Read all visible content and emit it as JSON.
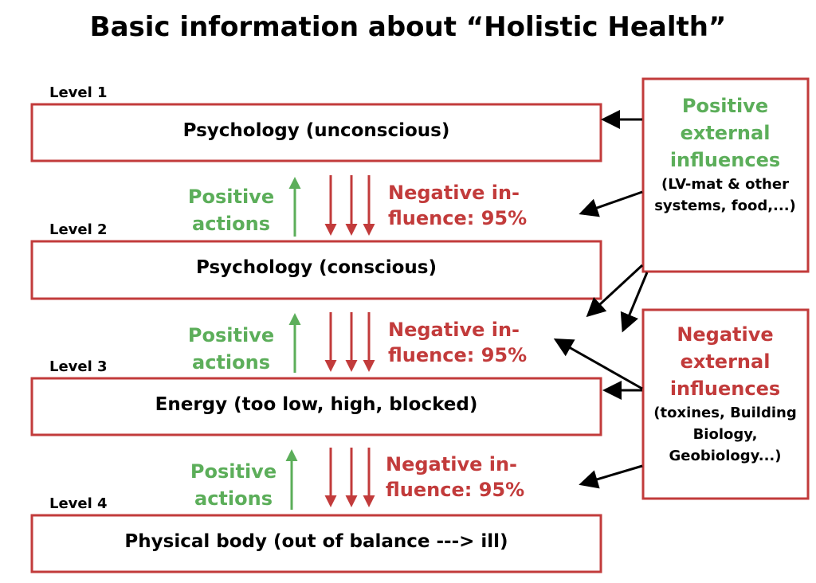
{
  "title": "Basic information about “Holistic Health”",
  "levels": [
    {
      "label": "Level 1",
      "box": "Psychology (unconscious)"
    },
    {
      "label": "Level 2",
      "box": "Psychology (conscious)"
    },
    {
      "label": "Level 3",
      "box": "Energy (too low, high, blocked)"
    },
    {
      "label": "Level 4",
      "box": "Physical body (out of balance ---> ill)"
    }
  ],
  "transitions": [
    {
      "positive": [
        "Positive",
        "actions"
      ],
      "negative": [
        "Negative in-",
        "fluence: 95%"
      ]
    },
    {
      "positive": [
        "Positive",
        "actions"
      ],
      "negative": [
        "Negative in-",
        "fluence: 95%"
      ]
    },
    {
      "positive": [
        "Positive",
        "actions"
      ],
      "negative": [
        "Negative in-",
        "fluence: 95%"
      ]
    }
  ],
  "positive_external": {
    "heading": [
      "Positive",
      "external",
      "influences"
    ],
    "detail": "(LV-mat & other systems, food,...)"
  },
  "negative_external": {
    "heading": [
      "Negative",
      "external",
      "influences"
    ],
    "detail": "(toxines, Building Biology, Geobiology...)"
  },
  "colors": {
    "red": "#c23b3b",
    "green": "#5cae5a",
    "arrow": "#000000"
  }
}
